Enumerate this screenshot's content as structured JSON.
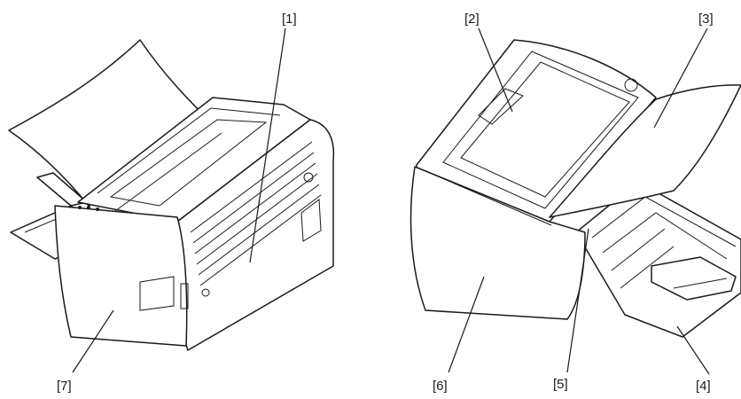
{
  "labels": {
    "l1": "[1]",
    "l2": "[2]",
    "l3": "[3]",
    "l4": "[4]",
    "l5": "[5]",
    "l6": "[6]",
    "l7": "[7]"
  }
}
